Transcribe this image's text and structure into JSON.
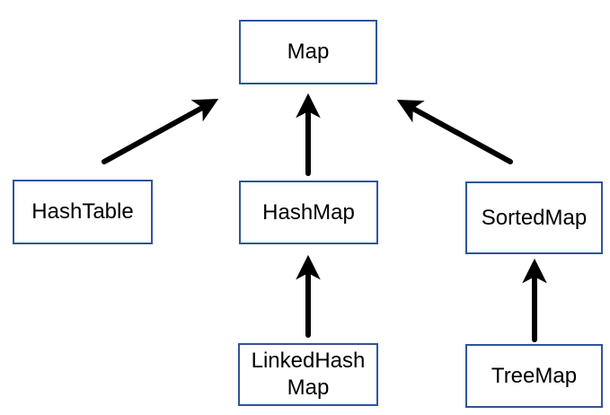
{
  "diagram": {
    "type": "class-hierarchy",
    "nodes": {
      "map": {
        "label": "Map"
      },
      "hashtable": {
        "label": "HashTable"
      },
      "hashmap": {
        "label": "HashMap"
      },
      "sortedmap": {
        "label": "SortedMap"
      },
      "linkedhashmap": {
        "label": "LinkedHash\nMap"
      },
      "treemap": {
        "label": "TreeMap"
      }
    },
    "edges": [
      {
        "from": "HashTable",
        "to": "Map",
        "style": "arrow"
      },
      {
        "from": "HashMap",
        "to": "Map",
        "style": "arrow"
      },
      {
        "from": "SortedMap",
        "to": "Map",
        "style": "arrow"
      },
      {
        "from": "LinkedHashMap",
        "to": "HashMap",
        "style": "arrow"
      },
      {
        "from": "TreeMap",
        "to": "SortedMap",
        "style": "arrow"
      }
    ],
    "colors": {
      "background": "#FFFFFF",
      "box_fill": "#FFFFFF",
      "box_border": "#2F5597",
      "text": "#000000",
      "arrow": "#000000"
    }
  }
}
